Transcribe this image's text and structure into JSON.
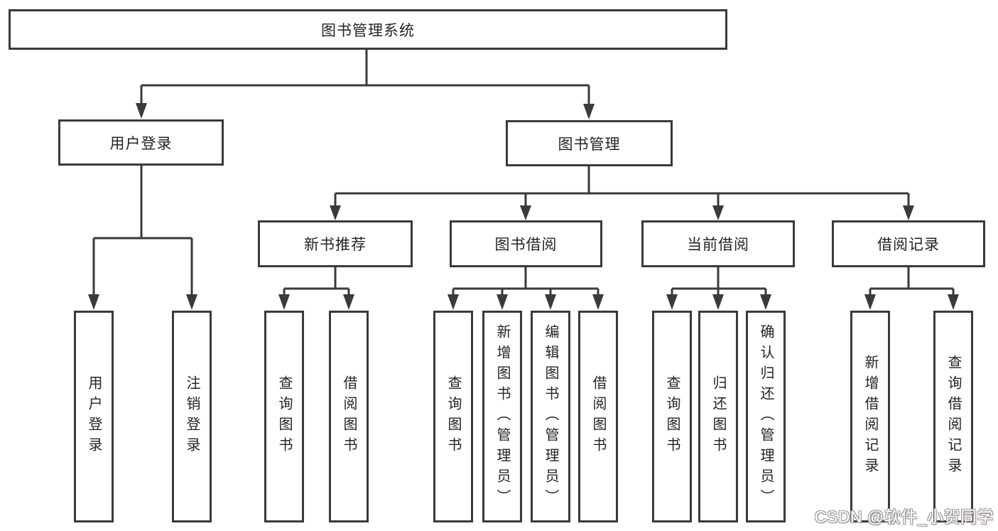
{
  "colors": {
    "line": "#3a3a3a",
    "text": "#242424",
    "background": "#ffffff"
  },
  "watermark": "CSDN @软件_小贺同学",
  "nodes": {
    "root": {
      "label": "图书管理系统"
    },
    "user_login": {
      "label": "用户登录"
    },
    "book_mgmt": {
      "label": "图书管理"
    },
    "new_books": {
      "label": "新书推荐"
    },
    "book_borrow": {
      "label": "图书借阅"
    },
    "current_borrow": {
      "label": "当前借阅"
    },
    "borrow_records": {
      "label": "借阅记录"
    },
    "leaf_user_login": {
      "label": "用户登录"
    },
    "leaf_logout": {
      "label": "注销登录"
    },
    "leaf_nb_query": {
      "label": "查询图书"
    },
    "leaf_nb_borrow": {
      "label": "借阅图书"
    },
    "leaf_bb_query": {
      "label": "查询图书"
    },
    "leaf_bb_add": {
      "label": "新增图书（管理员）"
    },
    "leaf_bb_edit": {
      "label": "编辑图书（管理员）"
    },
    "leaf_bb_borrow": {
      "label": "借阅图书"
    },
    "leaf_cb_query": {
      "label": "查询图书"
    },
    "leaf_cb_return": {
      "label": "归还图书"
    },
    "leaf_cb_confirm": {
      "label": "确认归还（管理员）"
    },
    "leaf_br_add": {
      "label": "新增借阅记录"
    },
    "leaf_br_query": {
      "label": "查询借阅记录"
    }
  }
}
